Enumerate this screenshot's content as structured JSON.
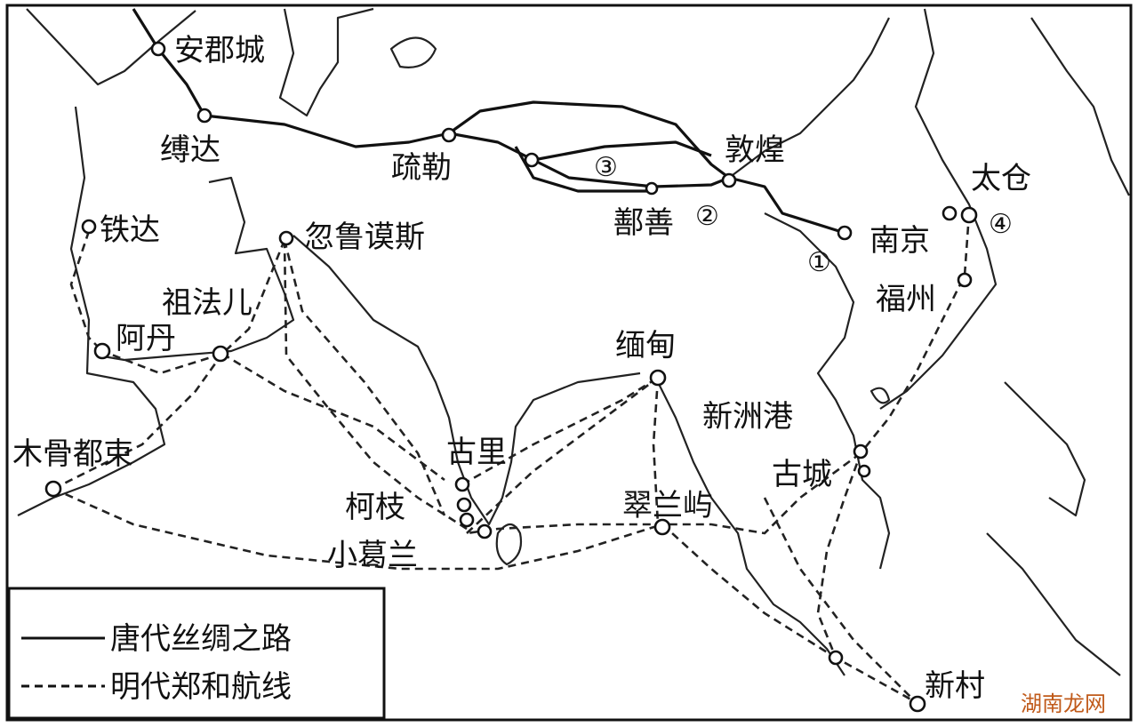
{
  "places": {
    "anducheng": "安郡城",
    "fuda": "缚达",
    "shule": "疏勒",
    "dunhuang": "敦煌",
    "shanshan": "鄯善",
    "nanjing": "南京",
    "taicang": "太仓",
    "fuzhou": "福州",
    "tieda": "铁达",
    "hulumosi": "忽鲁谟斯",
    "zufaer": "祖法儿",
    "adan": "阿丹",
    "miandian": "缅甸",
    "xinzhougang": "新洲港",
    "gucheng": "古城",
    "mugudushu": "木骨都束",
    "guli": "古里",
    "kezhi": "柯枝",
    "xiaogelan": "小葛兰",
    "cuilanyu": "翠兰屿",
    "xincun": "新村"
  },
  "markers": {
    "m1": "①",
    "m2": "②",
    "m3": "③",
    "m4": "④"
  },
  "legend": {
    "silk_road": "唐代丝绸之路",
    "zheng_he": "明代郑和航线"
  },
  "watermark": "湖南龙网"
}
